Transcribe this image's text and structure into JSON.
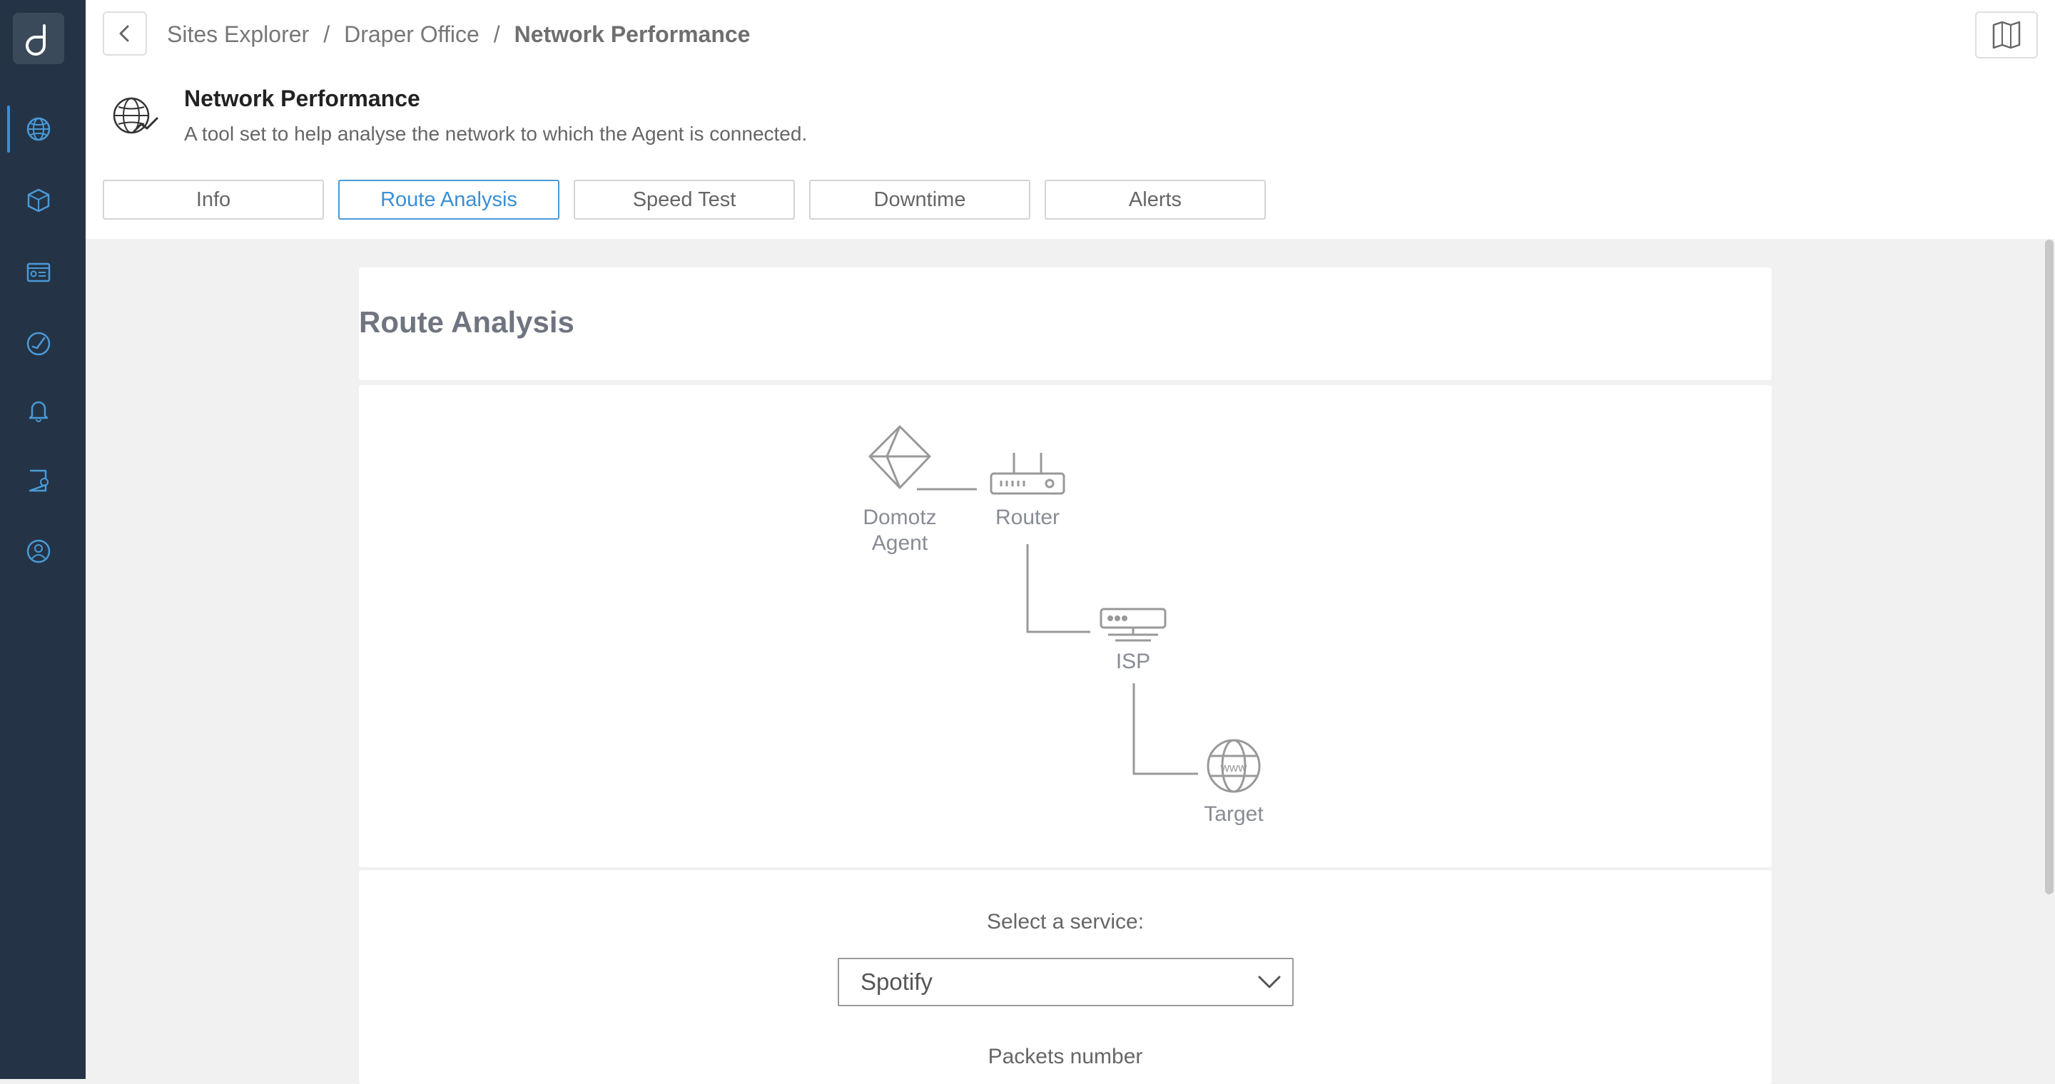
{
  "sidebar": {
    "logo_icon": "domotz-d-logo",
    "items": [
      {
        "icon": "globe-network-icon",
        "active": true
      },
      {
        "icon": "cube-devices-icon",
        "active": false
      },
      {
        "icon": "id-card-icon",
        "active": false
      },
      {
        "icon": "gauge-icon",
        "active": false
      },
      {
        "icon": "bell-icon",
        "active": false
      },
      {
        "icon": "document-settings-icon",
        "active": false
      },
      {
        "icon": "support-user-icon",
        "active": false
      }
    ]
  },
  "breadcrumb": {
    "items": [
      "Sites Explorer",
      "Draper Office"
    ],
    "separator": "/",
    "current": "Network Performance"
  },
  "section": {
    "title": "Network Performance",
    "description": "A tool set to help analyse the network to which the Agent is connected."
  },
  "tabs": [
    {
      "label": "Info",
      "active": false
    },
    {
      "label": "Route Analysis",
      "active": true
    },
    {
      "label": "Speed Test",
      "active": false
    },
    {
      "label": "Downtime",
      "active": false
    },
    {
      "label": "Alerts",
      "active": false
    }
  ],
  "route_analysis": {
    "title": "Route Analysis",
    "nodes": {
      "agent": "Domotz\nAgent",
      "router": "Router",
      "isp": "ISP",
      "target": "Target"
    }
  },
  "service_select": {
    "label": "Select a service:",
    "value": "Spotify"
  },
  "packets": {
    "label": "Packets number"
  },
  "colors": {
    "sidebar": "#243446",
    "accent": "#3a8fd6"
  }
}
